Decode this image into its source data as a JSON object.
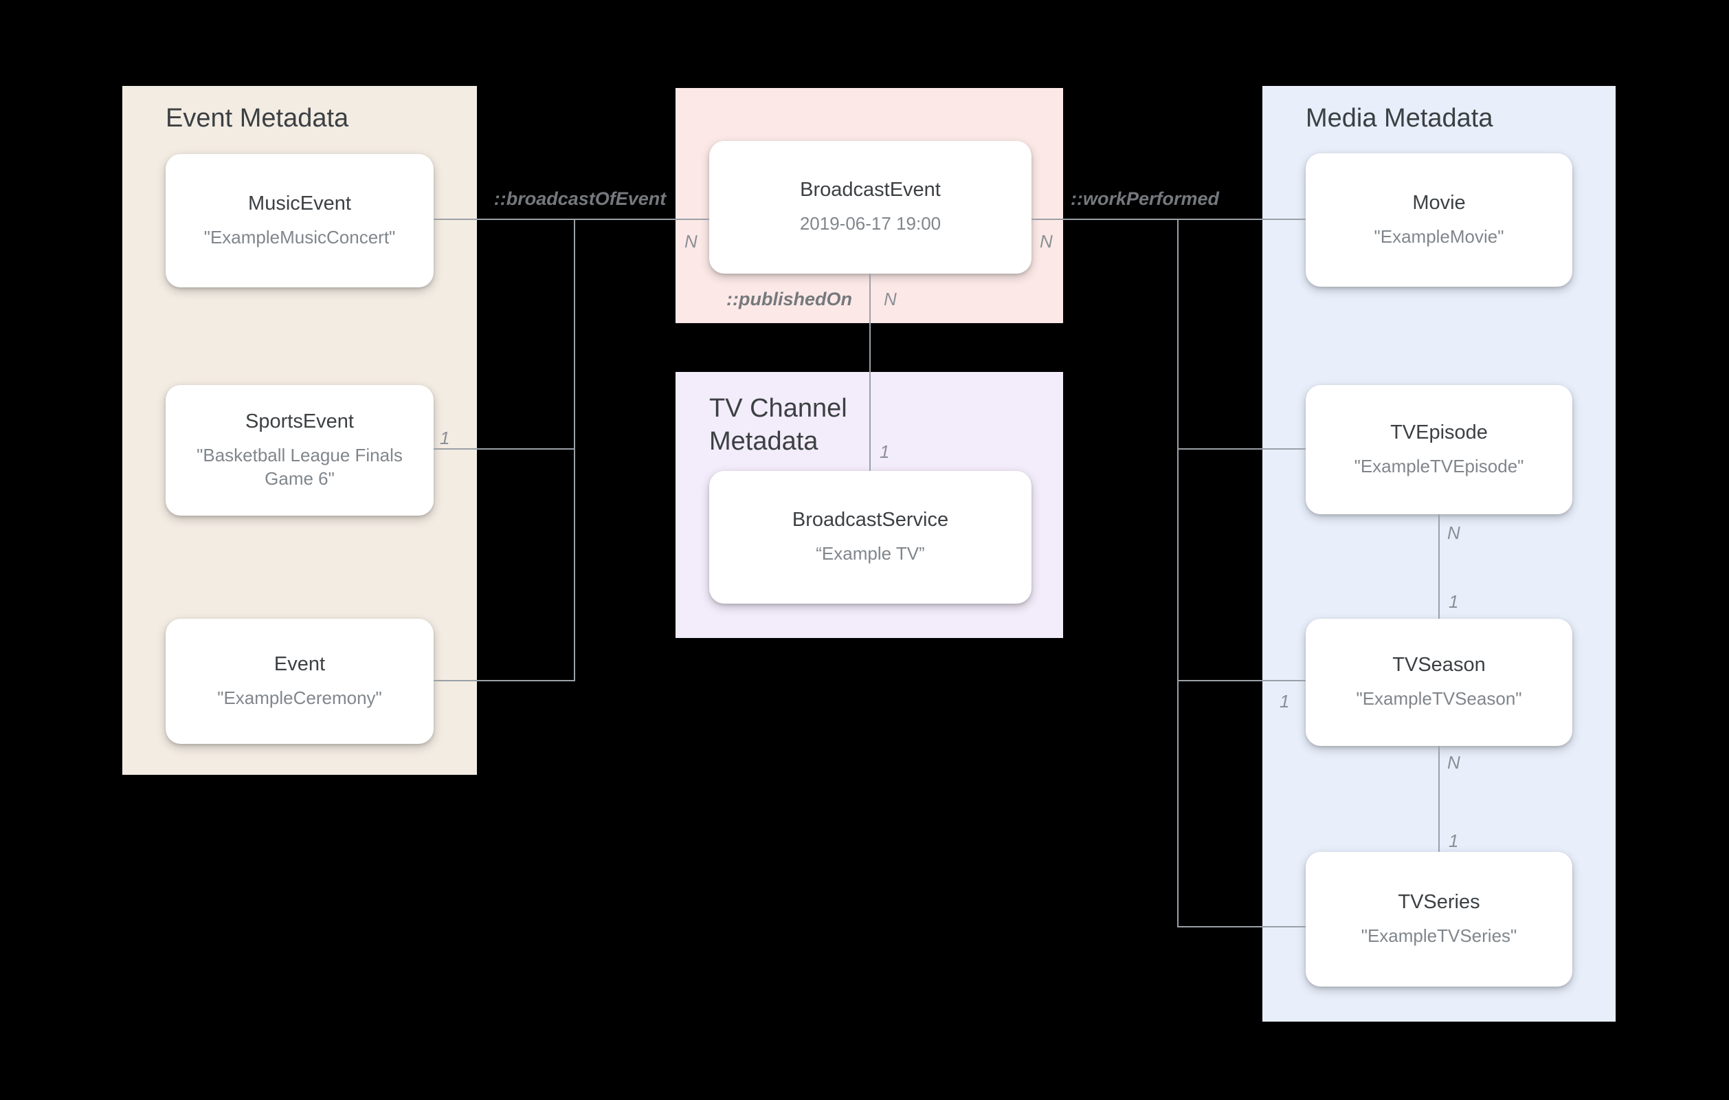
{
  "colors": {
    "background": "#000000",
    "event_panel": "#f3ece3",
    "broadcast_panel": "#fce9e7",
    "tv_panel": "#f3ecfa",
    "media_panel": "#e8effb",
    "card": "#ffffff",
    "title_text": "#3c4043",
    "subtitle_text": "#80868b",
    "line": "#9aa0a6"
  },
  "event_panel": {
    "title": "Event Metadata",
    "cards": [
      {
        "title": "MusicEvent",
        "subtitle": "\"ExampleMusicConcert\""
      },
      {
        "title": "SportsEvent",
        "subtitle": "\"Basketball League Finals Game 6\""
      },
      {
        "title": "Event",
        "subtitle": "\"ExampleCeremony\""
      }
    ]
  },
  "broadcast_panel": {
    "card": {
      "title": "BroadcastEvent",
      "subtitle": "2019-06-17 19:00"
    }
  },
  "tv_panel": {
    "title": "TV Channel Metadata",
    "card": {
      "title": "BroadcastService",
      "subtitle": "“Example TV”"
    }
  },
  "media_panel": {
    "title": "Media Metadata",
    "cards": [
      {
        "title": "Movie",
        "subtitle": "\"ExampleMovie\""
      },
      {
        "title": "TVEpisode",
        "subtitle": "\"ExampleTVEpisode\""
      },
      {
        "title": "TVSeason",
        "subtitle": "\"ExampleTVSeason\""
      },
      {
        "title": "TVSeries",
        "subtitle": "\"ExampleTVSeries\""
      }
    ]
  },
  "relations": {
    "broadcast_of_event": {
      "label": "::broadcastOfEvent",
      "n": "N",
      "one": "1"
    },
    "published_on": {
      "label": "::publishedOn",
      "n": "N",
      "one": "1"
    },
    "work_performed": {
      "label": "::workPerformed",
      "n": "N",
      "one": "1"
    },
    "episode_to_season": {
      "n": "N",
      "one": "1"
    },
    "season_to_series": {
      "n": "N",
      "one": "1"
    }
  }
}
